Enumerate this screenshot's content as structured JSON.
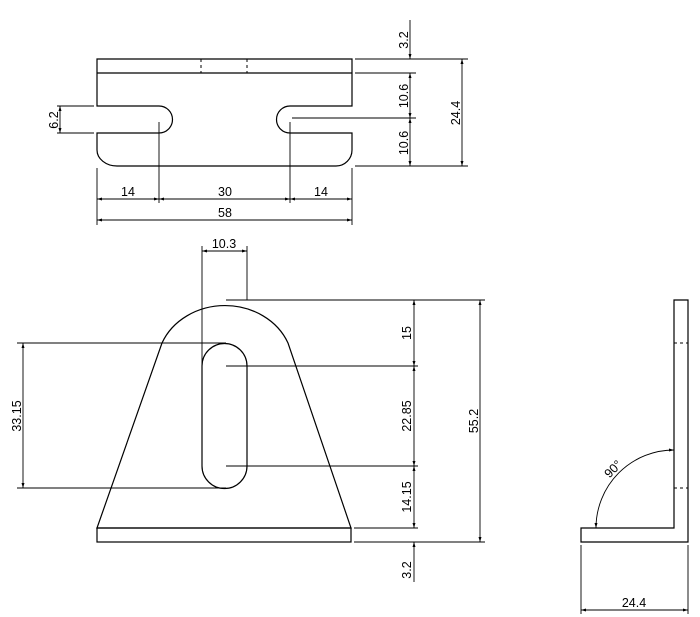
{
  "top_view": {
    "dims": {
      "thickness": "3.2",
      "upper_to_slot": "10.6",
      "slot_to_bottom": "10.6",
      "total_height": "24.4",
      "slot_width": "6.2",
      "left_slot_depth": "14",
      "slot_spacing": "30",
      "right_slot_depth": "14",
      "total_length": "58"
    }
  },
  "front_view": {
    "dims": {
      "slot_width": "10.3",
      "slot_span": "33.15",
      "top_to_slot": "15",
      "slot_centers": "22.85",
      "slot_to_base": "14.15",
      "base_thickness": "3.2",
      "total_height": "55.2"
    }
  },
  "side_view": {
    "dims": {
      "angle": "90°",
      "depth": "24.4"
    }
  }
}
